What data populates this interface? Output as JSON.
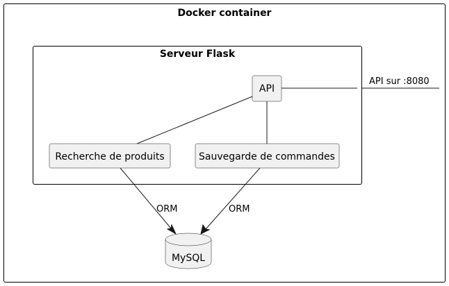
{
  "diagram": {
    "outer_frame": {
      "title": "Docker container"
    },
    "inner_frame": {
      "title": "Serveur Flask"
    },
    "nodes": {
      "api": {
        "label": "API"
      },
      "search": {
        "label": "Recherche de produits"
      },
      "orders": {
        "label": "Sauvegarde de commandes"
      },
      "db": {
        "label": "MySQL"
      }
    },
    "edges": {
      "port": {
        "label": "API sur :8080"
      },
      "search_db": {
        "label": "ORM"
      },
      "orders_db": {
        "label": "ORM"
      }
    }
  }
}
